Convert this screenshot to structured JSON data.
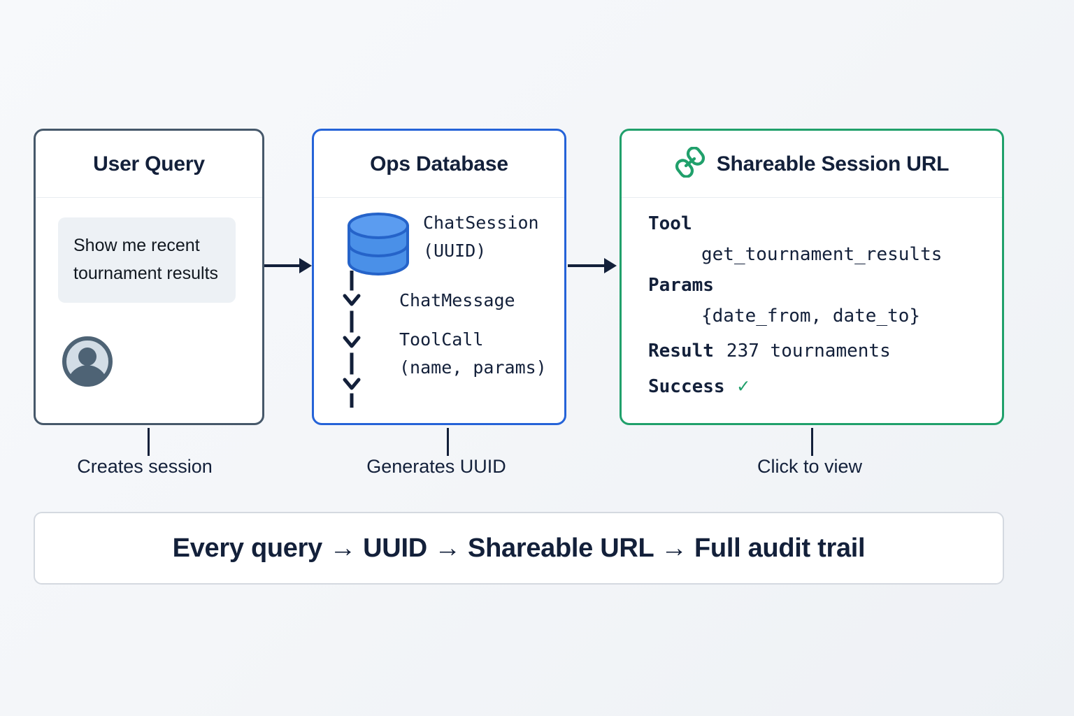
{
  "diagram": {
    "cards": [
      {
        "id": "user-query",
        "title": "User Query",
        "accent": "#46586a",
        "bubble_text": "Show me recent tournament results",
        "caption": "Creates session"
      },
      {
        "id": "ops-database",
        "title": "Ops Database",
        "accent": "#2563d8",
        "entities": [
          "ChatSession\n(UUID)",
          "ChatMessage",
          "ToolCall\n(name, params)"
        ],
        "caption": "Generates UUID"
      },
      {
        "id": "shareable-session-url",
        "title": "Shareable Session URL",
        "accent": "#20a06b",
        "icon": "link-icon",
        "details": [
          {
            "key": "Tool",
            "value": "get_tournament_results",
            "indented": true
          },
          {
            "key": "Params",
            "value": "{date_from, date_to}",
            "indented": true
          },
          {
            "key": "Result",
            "value": "237 tournaments",
            "indented": false
          },
          {
            "key": "Success",
            "value": "✓",
            "indented": false,
            "value_is_check": true
          }
        ],
        "caption": "Click to view"
      }
    ],
    "banner_text": "Every query → UUID → Shareable URL → Full audit trail",
    "colors": {
      "background": "#f4f6f9",
      "text": "#13203a",
      "slate": "#46586a",
      "blue": "#2563d8",
      "green": "#20a06b",
      "bubble": "#edf1f5",
      "divider": "#e8ecf1",
      "banner_border": "#d4d9e0",
      "db_fill": "#4a90e8",
      "db_stroke": "#2563c9",
      "avatar_face": "#d3dde6",
      "avatar_figure": "#4e6375"
    }
  }
}
